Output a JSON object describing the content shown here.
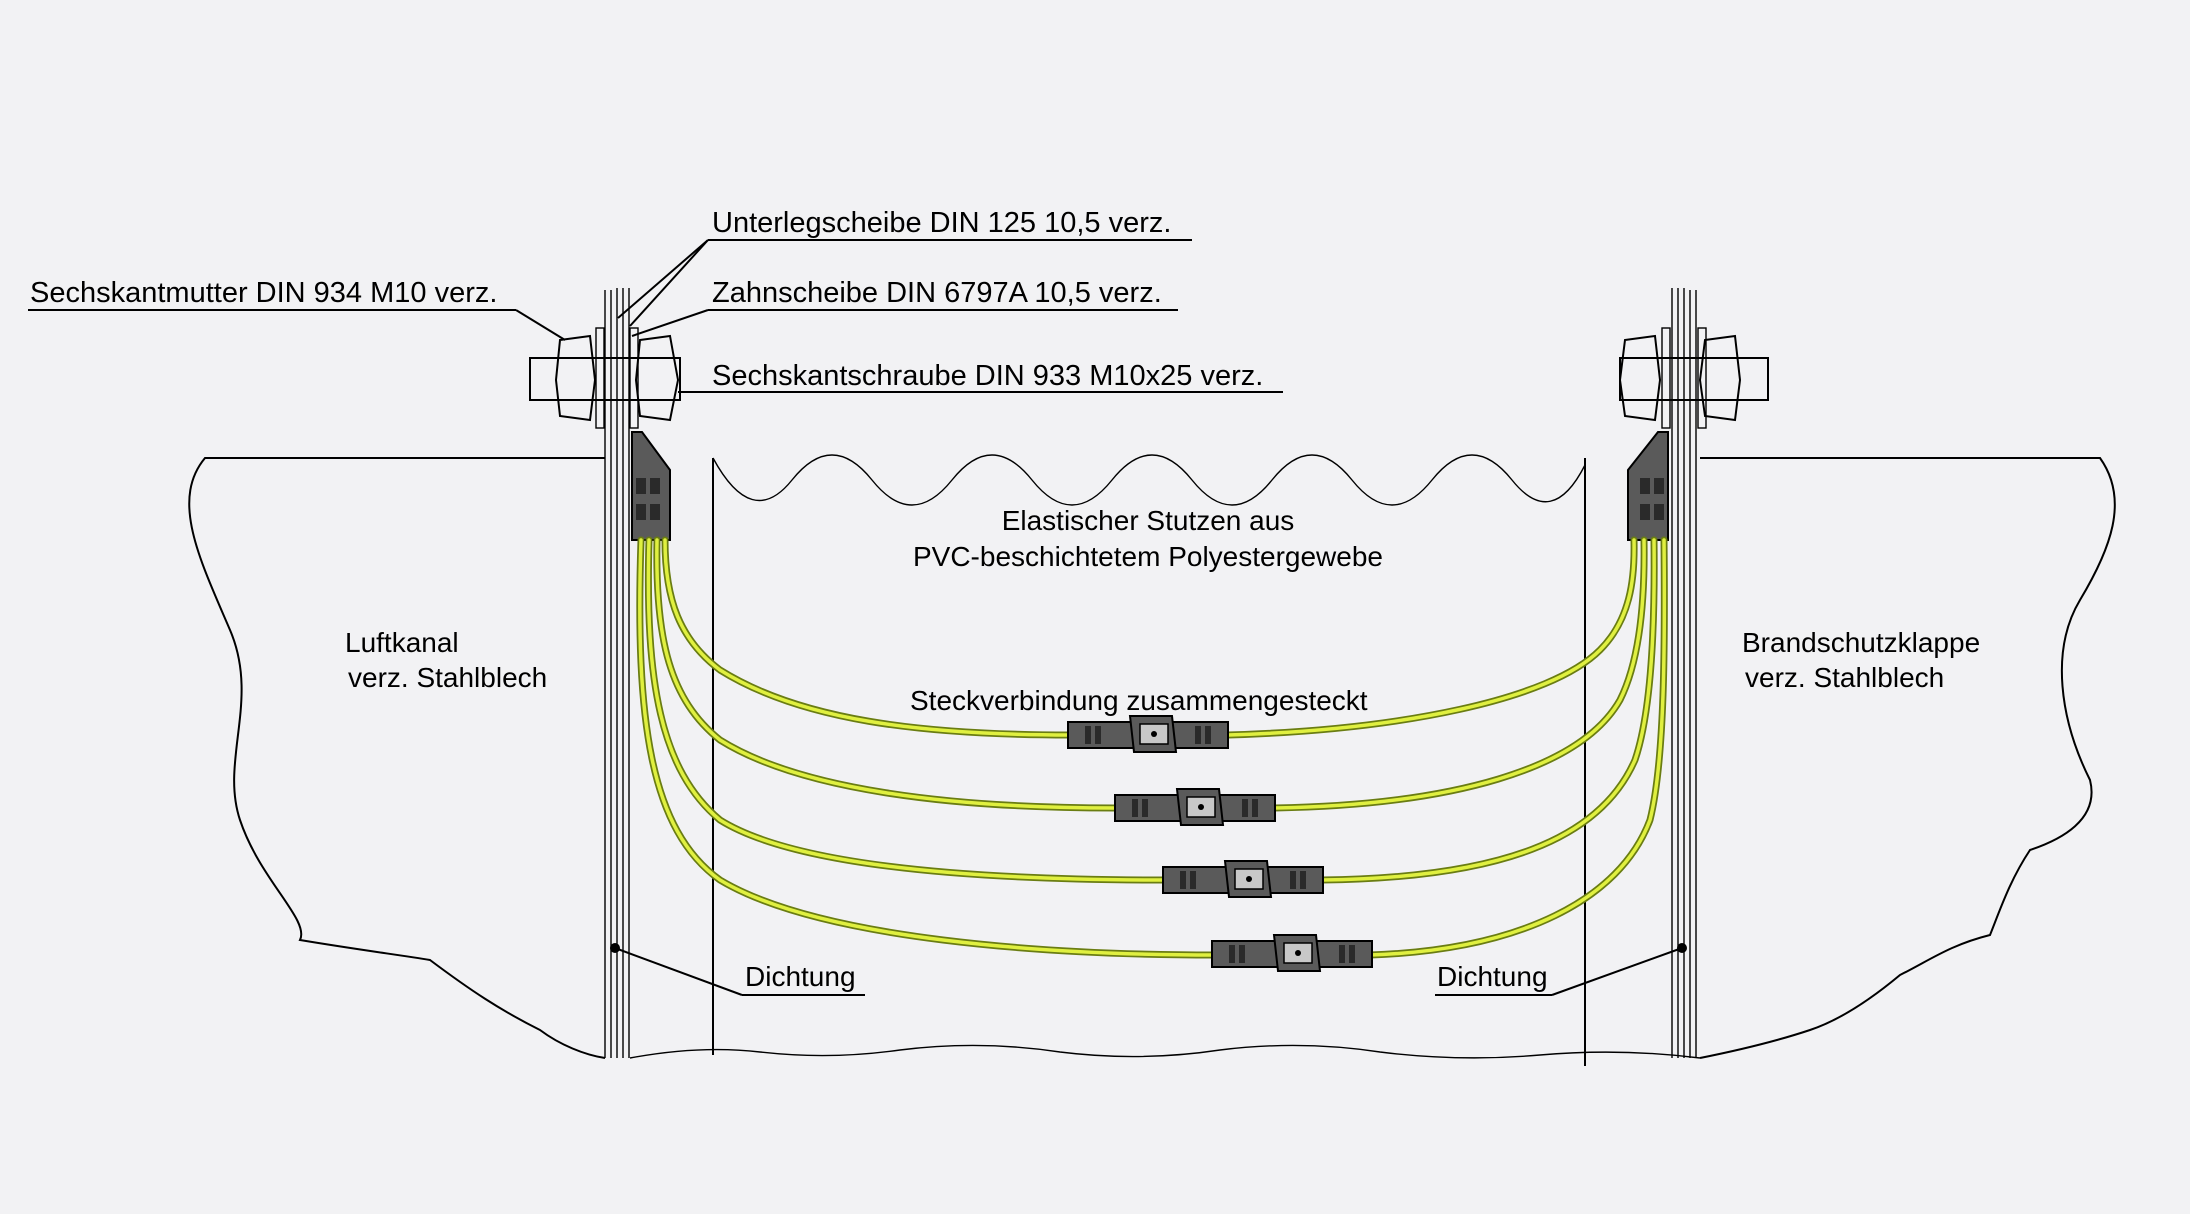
{
  "labels": {
    "washer": "Unterlegscheibe DIN 125 10,5 verz.",
    "tooth_washer": "Zahnscheibe DIN 6797A 10,5 verz.",
    "nut": "Sechskantmutter DIN 934 M10 verz.",
    "bolt": "Sechskantschraube DIN 933 M10x25 verz.",
    "stub_line1": "Elastischer Stutzen aus",
    "stub_line2": "PVC-beschichtetem Polyestergewebe",
    "duct_line1": "Luftkanal",
    "duct_line2": "verz. Stahlblech",
    "damper_line1": "Brandschutzklappe",
    "damper_line2": "verz. Stahlblech",
    "connector": "Steckverbindung zusammengesteckt",
    "seal_left": "Dichtung",
    "seal_right": "Dichtung"
  },
  "colors": {
    "background": "#f2f2f4",
    "wire_core": "#e0f040",
    "wire_edge": "#6a7d12",
    "connector": "#5a5a5a"
  }
}
